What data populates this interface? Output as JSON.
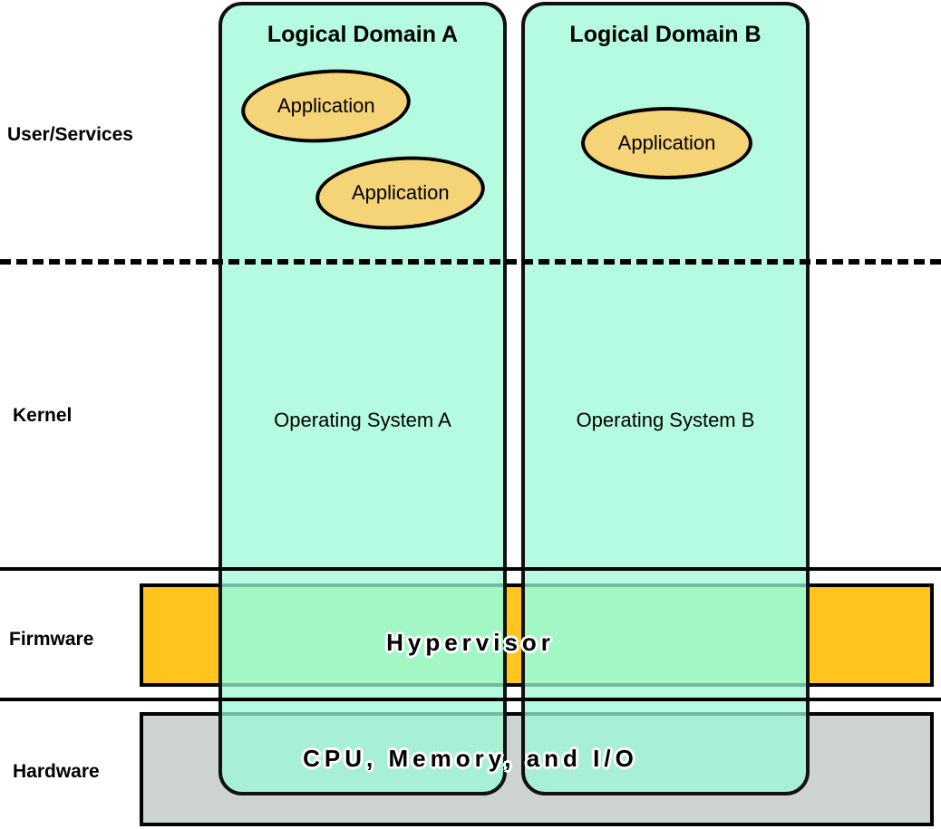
{
  "diagram": {
    "title": "Logical Domains architecture layers",
    "colors": {
      "domain_fill": "#9bf9d6",
      "application_fill": "#f5d377",
      "hypervisor_orange": "#ffc51e",
      "hypervisor_green_overlay": "#b4ef91",
      "hardware_gray": "#cdd3d1",
      "outline": "#000000",
      "background": "#ffffff"
    }
  },
  "row_labels": [
    {
      "id": "user-services",
      "label": "User/Services"
    },
    {
      "id": "kernel",
      "label": "Kernel"
    },
    {
      "id": "firmware",
      "label": "Firmware"
    },
    {
      "id": "hardware",
      "label": "Hardware"
    }
  ],
  "domains": [
    {
      "id": "domain-a",
      "title": "Logical Domain A",
      "os_label": "Operating System A",
      "applications": [
        {
          "label": "Application"
        },
        {
          "label": "Application"
        }
      ]
    },
    {
      "id": "domain-b",
      "title": "Logical Domain B",
      "os_label": "Operating System B",
      "applications": [
        {
          "label": "Application"
        }
      ]
    }
  ],
  "bands": {
    "firmware": {
      "label": "Hypervisor"
    },
    "hardware": {
      "label": "CPU, Memory, and I/O"
    }
  }
}
